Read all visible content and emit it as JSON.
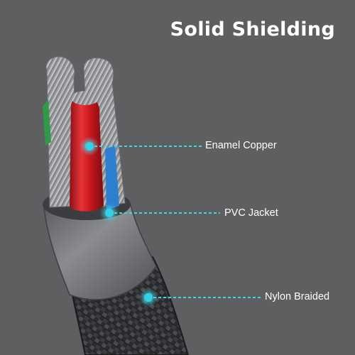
{
  "title": "Solid Shielding",
  "callouts": [
    {
      "id": "enamel",
      "label": "Enamel Copper"
    },
    {
      "id": "pvc",
      "label": "PVC Jacket"
    },
    {
      "id": "nylon",
      "label": "Nylon Braided"
    }
  ],
  "colors": {
    "background": "#5e5f61",
    "callout_dot": "#2fd3e6",
    "callout_line": "#3fd6e8",
    "wire_red": "#d8252b",
    "wire_blue": "#2d7fd0",
    "wire_green": "#2f9a47",
    "jacket": "#77787b",
    "braid": "#2a2b2d"
  }
}
